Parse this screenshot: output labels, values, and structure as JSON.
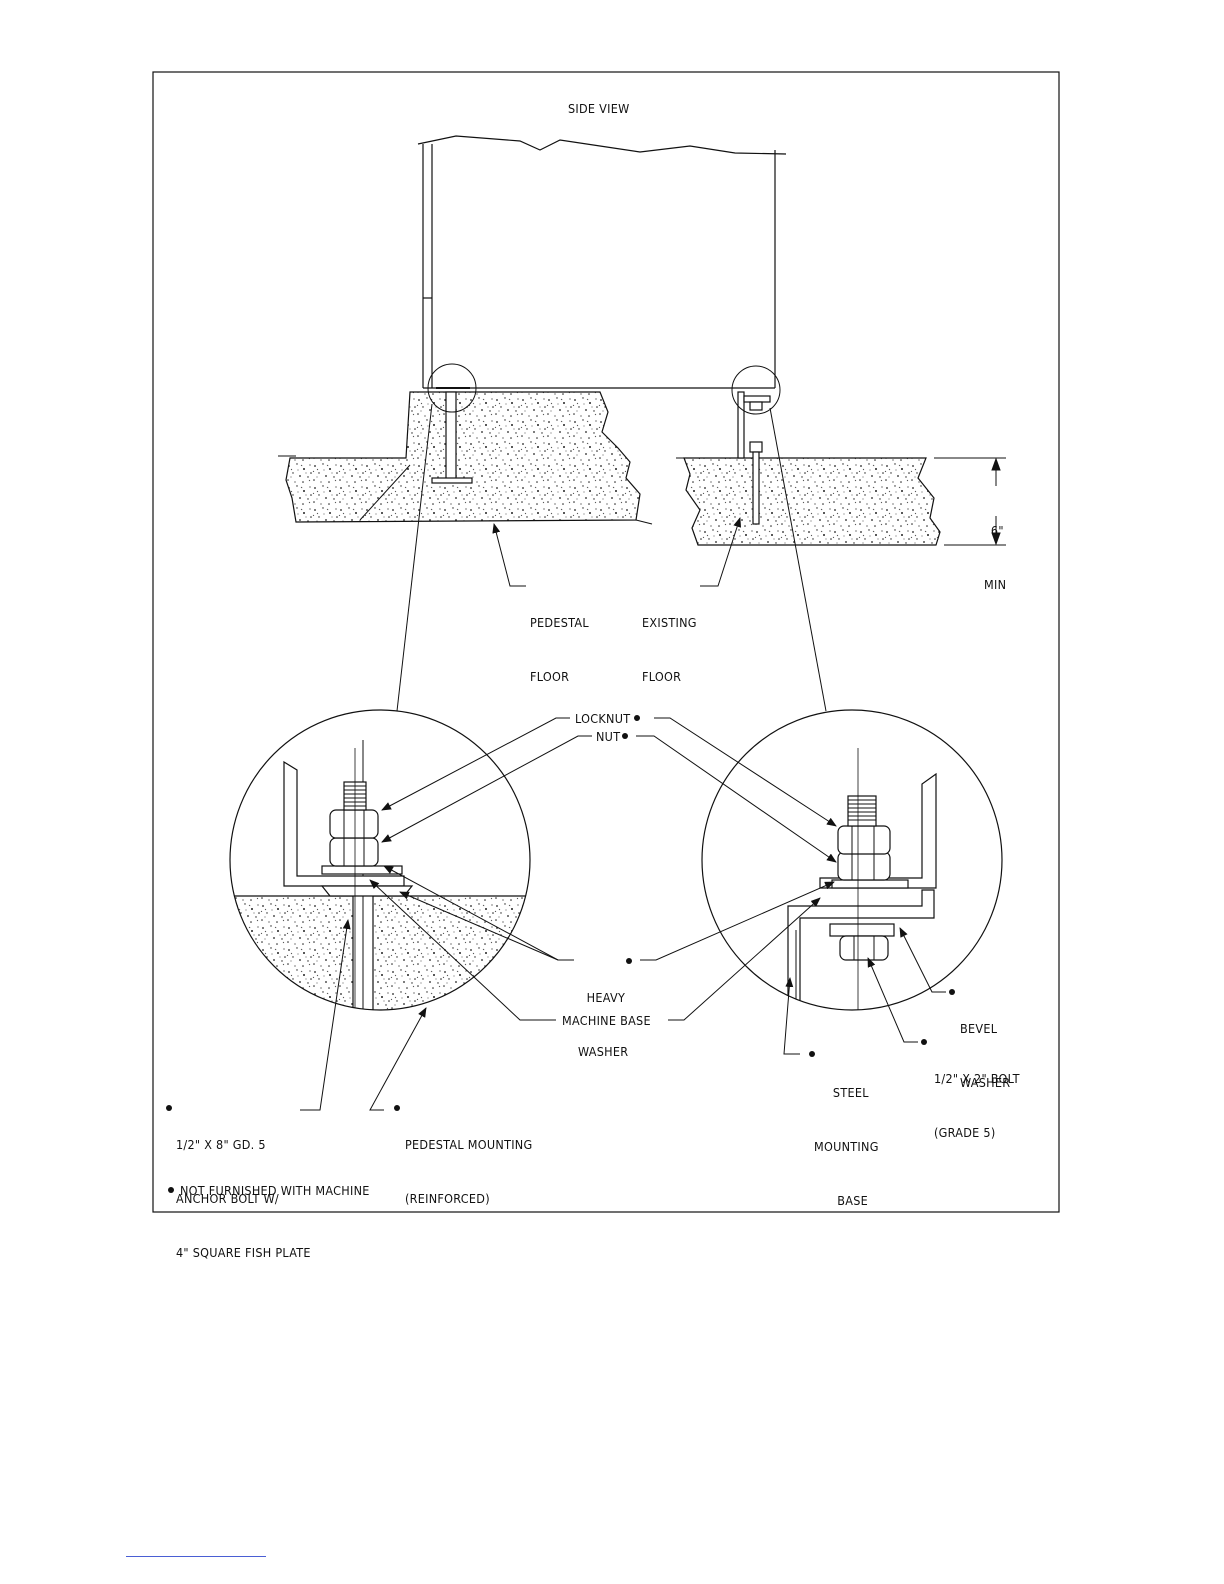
{
  "title": "SIDE VIEW",
  "dimension": {
    "line1": "6\"",
    "line2": "MIN"
  },
  "labels": {
    "pedestal_floor": [
      "PEDESTAL",
      "FLOOR"
    ],
    "existing_floor": [
      "EXISTING",
      "FLOOR"
    ],
    "locknut": "LOCKNUT",
    "nut": "NUT",
    "heavy_washer": [
      "HEAVY",
      "WASHER"
    ],
    "machine_base": "MACHINE BASE",
    "bevel_washer": [
      "BEVEL",
      "WASHER"
    ],
    "bolt_half_by_2": [
      "1/2\" X 2\" BOLT",
      "(GRADE 5)"
    ],
    "steel_mounting_base": [
      "STEEL",
      "MOUNTING",
      "BASE"
    ],
    "anchor_bolt": [
      "1/2\" X 8\" GD. 5",
      "ANCHOR BOLT W/",
      "4\" SQUARE FISH PLATE"
    ],
    "pedestal_mounting": [
      "PEDESTAL MOUNTING",
      "(REINFORCED)"
    ],
    "footnote": "NOT FURNISHED WITH MACHINE"
  },
  "colors": {
    "line": "#111111",
    "link": "#4a5fd4"
  }
}
